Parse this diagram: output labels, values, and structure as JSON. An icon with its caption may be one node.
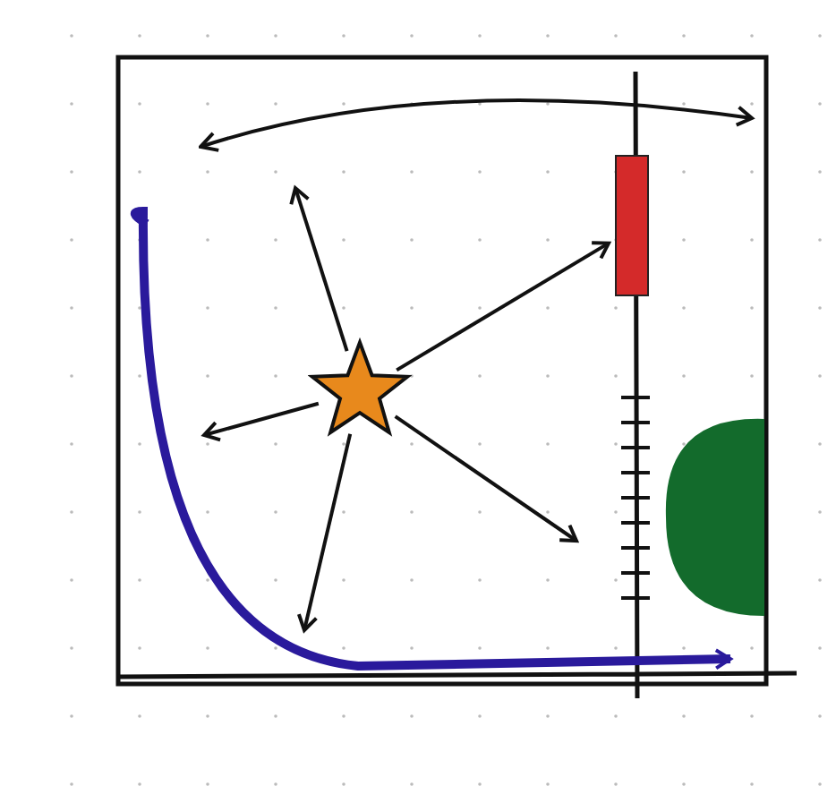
{
  "diagram": {
    "nodes": [
      {
        "text": [],
        "shape": "star"
      },
      {
        "text": [],
        "shape": "bar"
      },
      {
        "text": [],
        "shape": "ellipse"
      }
    ],
    "edges": [
      {
        "from": 0,
        "to": null,
        "arrow": "to"
      },
      {
        "from": 0,
        "to": 1,
        "arrow": "to"
      },
      {
        "from": 0,
        "to": null,
        "arrow": "to"
      },
      {
        "from": 0,
        "to": null,
        "arrow": "to"
      },
      {
        "from": 0,
        "to": null,
        "arrow": "to"
      }
    ]
  }
}
